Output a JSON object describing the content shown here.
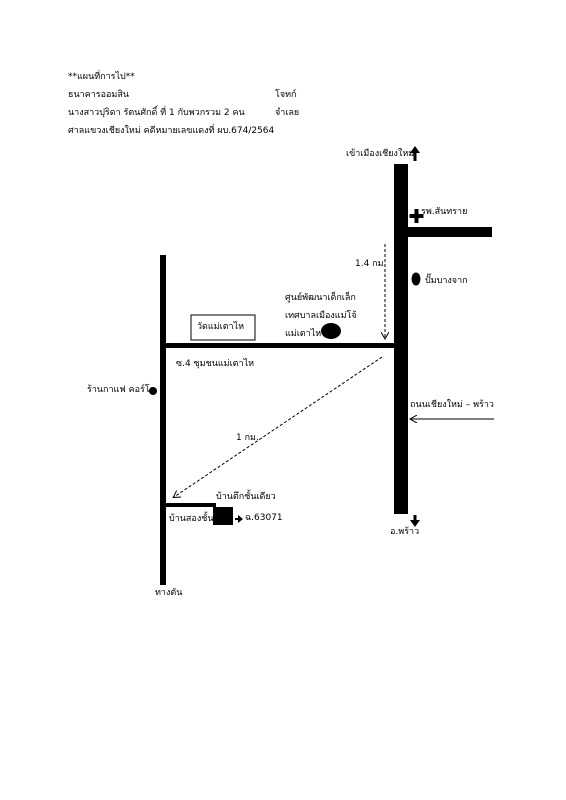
{
  "header": {
    "title": "**แผนที่การไป**",
    "line1_left": "ธนาคารออมสิน",
    "line1_right": "โจทก์",
    "line2_left": "นางสาวปุริดา  รัตนศักดิ์  ที่ 1 กับพวกรวม 2 คน",
    "line2_right": "จำเลย",
    "line3": "ศาลแขวงเชียงใหม่     คดีหมายเลขแดงที่ ผบ.674/2564"
  },
  "map": {
    "to_chiangmai": "เข้าเมืองเชียงใหม่",
    "hospital": "รพ.สันทราย",
    "distance_1": "1.4 กม.",
    "gas_station": "ปั๊มบางจาก",
    "child_center_line1": "ศูนย์พัฒนาเด็กเล็ก",
    "child_center_line2": "เทศบาลเมืองแม่โจ้",
    "child_center_line3": "แม่เตาไห",
    "temple": "วัดแม่เตาไห",
    "soi": "ซ.4 ชุมชนแม่เตาไห",
    "cafe": "ร้านกาแฟ คอร์โต",
    "main_road": "ถนนเชียงใหม่ – พร้าว",
    "distance_2": "1 กม.",
    "single_house": "บ้านตึกชั้นเดียว",
    "two_storey": "บ้านสองชั้น",
    "plot_no": "ฉ.63071",
    "to_phrao": "อ.พร้าว",
    "dead_end": "ทางตัน"
  }
}
